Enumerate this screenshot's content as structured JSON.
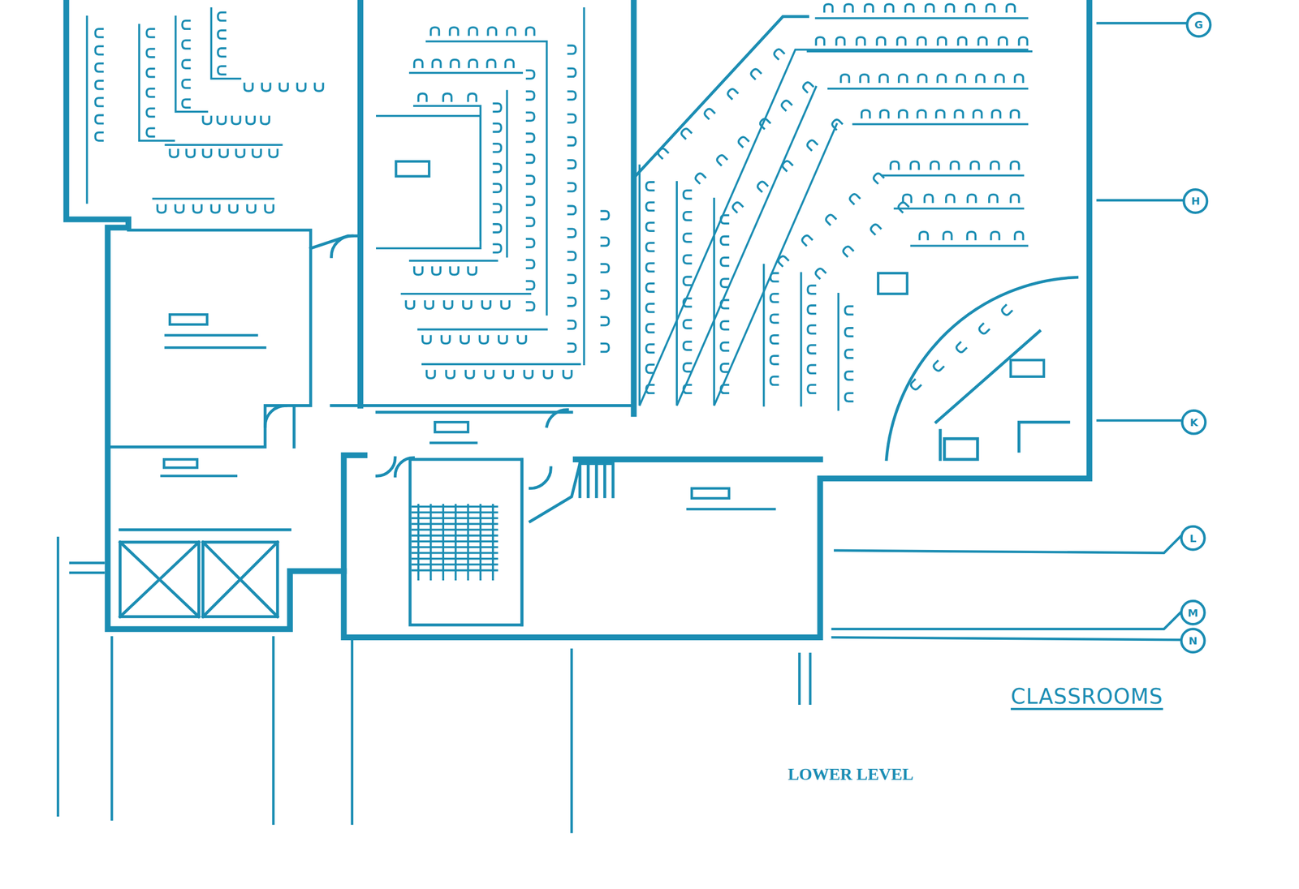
{
  "diagram": {
    "labels": [
      "G",
      "H",
      "K",
      "L",
      "M",
      "N",
      "CLASSROOMS",
      "LOWER LEVEL"
    ]
  }
}
